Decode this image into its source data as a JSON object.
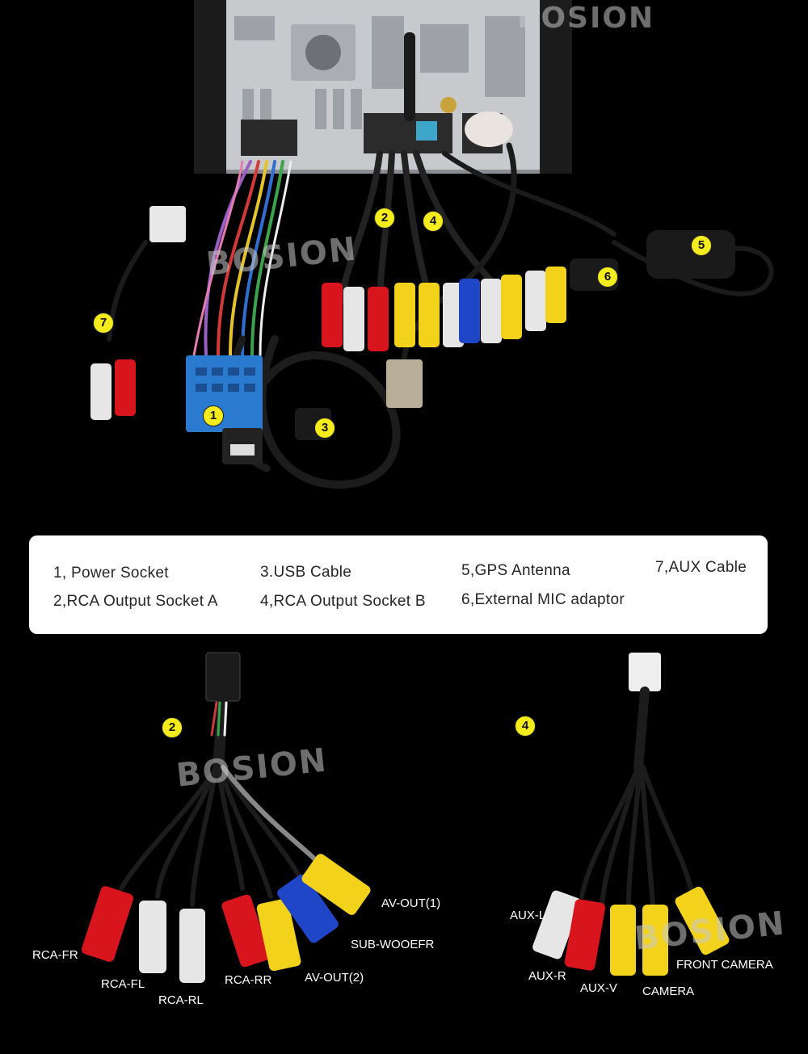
{
  "brand": {
    "watermark": "BOSION"
  },
  "badges": {
    "b1": "1",
    "b2": "2",
    "b3": "3",
    "b4": "4",
    "b5": "5",
    "b6": "6",
    "b7": "7"
  },
  "legend": {
    "items": [
      "1, Power Socket",
      "3.USB Cable",
      "5,GPS Antenna",
      "7,AUX Cable",
      "2,RCA Output Socket A",
      "4,RCA Output Socket B",
      "6,External MIC adaptor"
    ]
  },
  "socket_a": {
    "badge": "2",
    "labels": {
      "av_out1": "AV-OUT(1)",
      "sub_woofer": "SUB-WOOEFR",
      "rca_fr": "RCA-FR",
      "rca_fl": "RCA-FL",
      "rca_rl": "RCA-RL",
      "rca_rr": "RCA-RR",
      "av_out2": "AV-OUT(2)"
    }
  },
  "socket_b": {
    "badge": "4",
    "labels": {
      "aux_l": "AUX-L",
      "aux_r": "AUX-R",
      "aux_v": "AUX-V",
      "camera": "CAMERA",
      "front_camera": "FRONT CAMERA"
    }
  },
  "colors": {
    "badge": "#f4ec1c",
    "red": "#d8141c",
    "white": "#e6e6e6",
    "yellow": "#f2d21a",
    "blue": "#1f46c6",
    "connector_blue": "#2a7bd0"
  }
}
